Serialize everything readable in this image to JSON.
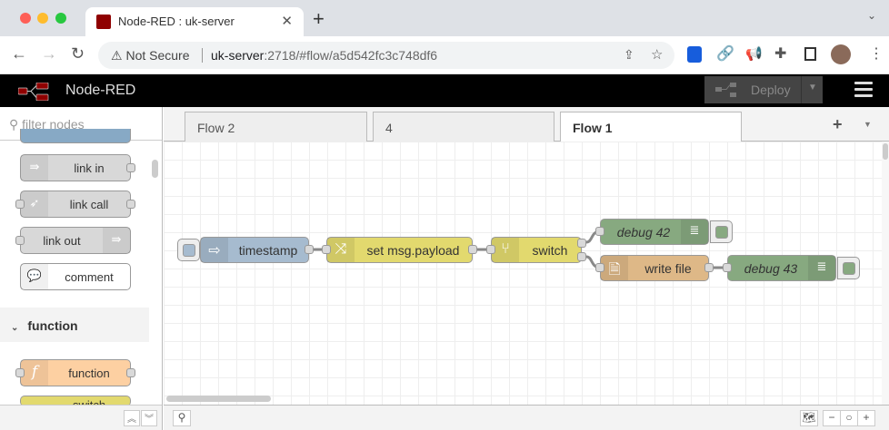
{
  "browser": {
    "tab_title": "Node-RED : uk-server",
    "not_secure": "Not Secure",
    "url_host": "uk-server",
    "url_rest": ":2718/#flow/a5d542fc3c748df6"
  },
  "header": {
    "title": "Node-RED",
    "deploy": "Deploy"
  },
  "palette": {
    "filter_placeholder": "filter nodes",
    "nodes": [
      "link in",
      "link call",
      "link out",
      "comment"
    ],
    "category": "function",
    "function_nodes": [
      "function",
      "switch"
    ]
  },
  "tabs": [
    "Flow 2",
    "4",
    "Flow 1"
  ],
  "active_tab": "Flow 1",
  "flow": {
    "nodes": [
      {
        "label": "timestamp",
        "type": "inject",
        "color": "#a6bbcf"
      },
      {
        "label": "set msg.payload",
        "type": "change",
        "color": "#e2d96e"
      },
      {
        "label": "switch",
        "type": "switch",
        "color": "#e2d96e"
      },
      {
        "label": "debug 42",
        "type": "debug",
        "color": "#87a980"
      },
      {
        "label": "write file",
        "type": "file",
        "color": "#deb887"
      },
      {
        "label": "debug 43",
        "type": "debug",
        "color": "#87a980"
      }
    ]
  }
}
